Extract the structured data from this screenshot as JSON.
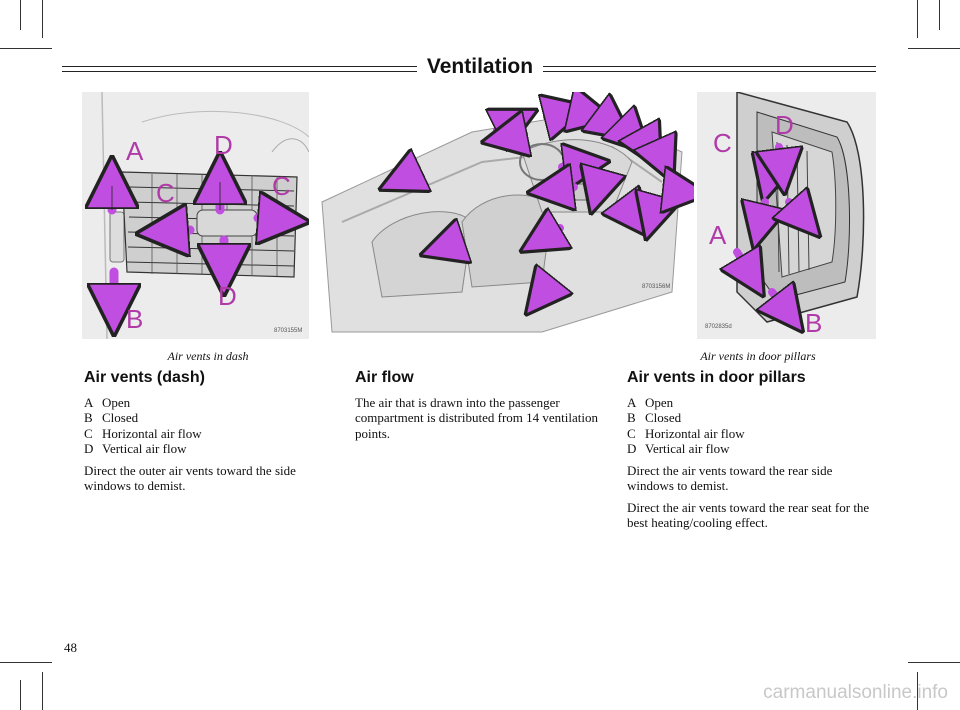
{
  "header": {
    "title": "Ventilation"
  },
  "figures": {
    "dash": {
      "code": "8703155M",
      "labels": {
        "a": "A",
        "d1": "D",
        "c1": "C",
        "c2": "C",
        "d2": "D",
        "b": "B"
      }
    },
    "interior": {
      "code": "8703156M"
    },
    "pillar": {
      "code": "8702835d",
      "labels": {
        "c": "C",
        "d": "D",
        "a": "A",
        "b": "B"
      }
    }
  },
  "captions": {
    "dash": "Air vents in dash",
    "pillar": "Air vents in door pillars"
  },
  "dash_section": {
    "title": "Air vents (dash)",
    "items": [
      {
        "key": "A",
        "text": "Open"
      },
      {
        "key": "B",
        "text": "Closed"
      },
      {
        "key": "C",
        "text": "Horizontal air flow"
      },
      {
        "key": "D",
        "text": "Vertical air flow"
      }
    ],
    "note": "Direct the outer air vents toward the side windows to demist."
  },
  "airflow_section": {
    "title": "Air flow",
    "text": "The air that is drawn into the passenger compartment is distributed from 14 ventilation points."
  },
  "pillar_section": {
    "title": "Air vents in door pillars",
    "items": [
      {
        "key": "A",
        "text": "Open"
      },
      {
        "key": "B",
        "text": "Closed"
      },
      {
        "key": "C",
        "text": "Horizontal air flow"
      },
      {
        "key": "D",
        "text": "Vertical air flow"
      }
    ],
    "notes": [
      "Direct the air vents toward the rear side windows to demist.",
      "Direct the air vents toward the rear seat for the best heating/cooling effect."
    ]
  },
  "page_number": "48",
  "watermark": "carmanualsonline.info",
  "colors": {
    "arrow": "#c04ee0",
    "label": "#b03aa8"
  }
}
